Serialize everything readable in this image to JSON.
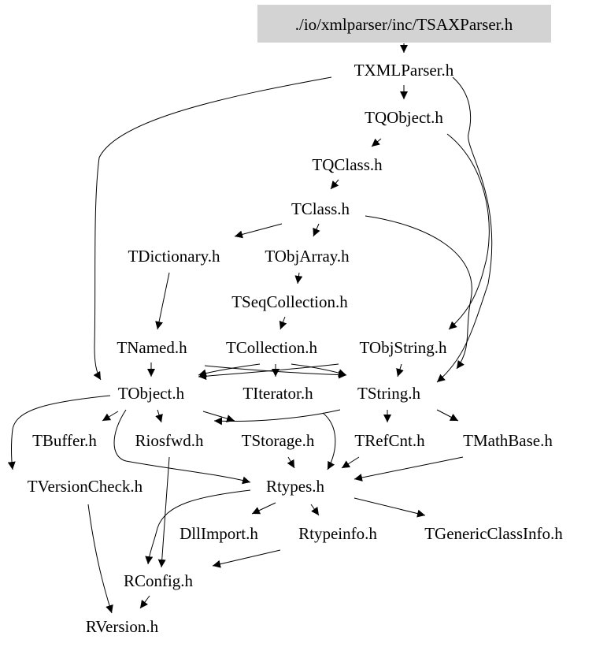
{
  "diagram": {
    "root": "./io/xmlparser/inc/TSAXParser.h",
    "root_fill": "#d3d3d3",
    "nodes": {
      "root": "./io/xmlparser/inc/TSAXParser.h",
      "txmlparser": "TXMLParser.h",
      "tqobject": "TQObject.h",
      "tqclass": "TQClass.h",
      "tclass": "TClass.h",
      "tdictionary": "TDictionary.h",
      "tobjarray": "TObjArray.h",
      "tseqcollection": "TSeqCollection.h",
      "tnamed": "TNamed.h",
      "tcollection": "TCollection.h",
      "tobjstring": "TObjString.h",
      "tobject": "TObject.h",
      "titerator": "TIterator.h",
      "tstring": "TString.h",
      "tbuffer": "TBuffer.h",
      "riosfwd": "Riosfwd.h",
      "tstorage": "TStorage.h",
      "trefcnt": "TRefCnt.h",
      "tmathbase": "TMathBase.h",
      "tversioncheck": "TVersionCheck.h",
      "rtypes": "Rtypes.h",
      "dllimport": "DllImport.h",
      "rtypeinfo": "Rtypeinfo.h",
      "tgenericclassinfo": "TGenericClassInfo.h",
      "rconfig": "RConfig.h",
      "rversion": "RVersion.h"
    }
  }
}
